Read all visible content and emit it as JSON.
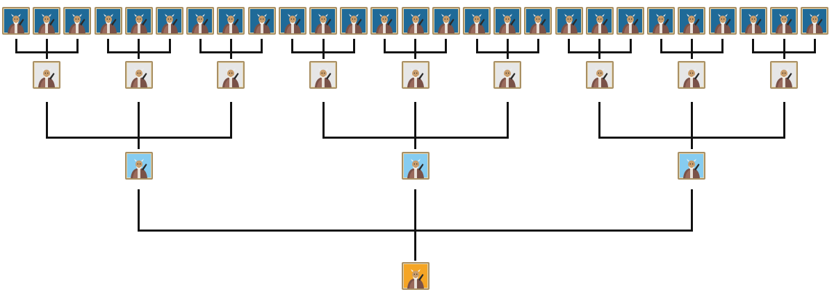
{
  "diagram": {
    "type": "tree",
    "branching": 3,
    "line_color": "#111111",
    "icon_border_color": "#a88f63",
    "unit_icon": "horned-warrior-portrait-icon",
    "tiers": [
      {
        "count": 27,
        "background": "#1f6a98"
      },
      {
        "count": 9,
        "background": "#e6e6e6"
      },
      {
        "count": 3,
        "background": "#86ccf0"
      },
      {
        "count": 1,
        "background": "#f5a524"
      }
    ]
  }
}
